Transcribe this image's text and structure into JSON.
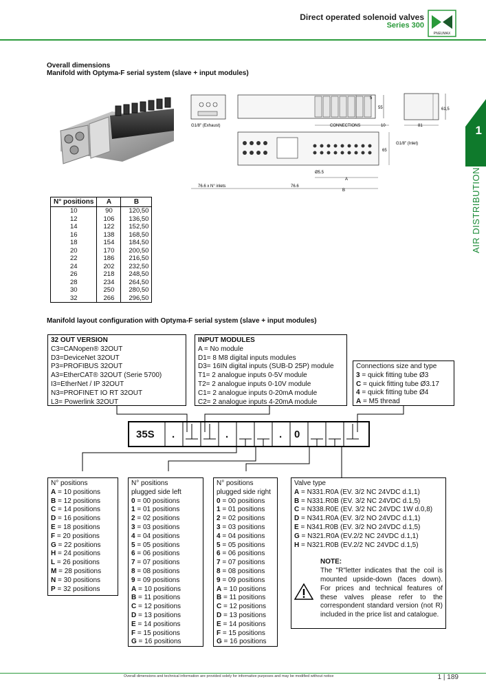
{
  "header": {
    "title": "Direct operated solenoid valves",
    "subtitle": "Series 300",
    "logo_text": "PNEUMAX"
  },
  "side_tab": {
    "number": "1",
    "label": "AIR DISTRIBUTION"
  },
  "section1": {
    "title": "Overall dimensions",
    "subtitle": "Manifold with Optyma-F serial system (slave + input modules)"
  },
  "drawing_labels": {
    "exhaust": "G1/8\" (Exhaust)",
    "inlet": "G1/8\" (Inlet)",
    "connections": "CONNECTIONS",
    "d10": "10",
    "d81": "81",
    "d55": "55",
    "d5": "5",
    "d615": "61,5",
    "d65": "65",
    "d55b": "Ø5.5",
    "dA": "A",
    "dB": "B",
    "pitch": "76.6 x N° inlets",
    "d766": "76.6"
  },
  "dim_table": {
    "headers": [
      "N° positions",
      "A",
      "B"
    ],
    "rows": [
      [
        "10",
        "90",
        "120,50"
      ],
      [
        "12",
        "106",
        "136,50"
      ],
      [
        "14",
        "122",
        "152,50"
      ],
      [
        "16",
        "138",
        "168,50"
      ],
      [
        "18",
        "154",
        "184,50"
      ],
      [
        "20",
        "170",
        "200,50"
      ],
      [
        "22",
        "186",
        "216,50"
      ],
      [
        "24",
        "202",
        "232,50"
      ],
      [
        "26",
        "218",
        "248,50"
      ],
      [
        "28",
        "234",
        "264,50"
      ],
      [
        "30",
        "250",
        "280,50"
      ],
      [
        "32",
        "266",
        "296,50"
      ]
    ]
  },
  "section2": {
    "title": "Manifold layout configuration with Optyma-F serial system (slave + input modules)"
  },
  "box_out": {
    "title": "32 OUT VERSION",
    "items": [
      "C3=CANopen® 32OUT",
      "D3=DeviceNet 32OUT",
      "P3=PROFIBUS 32OUT",
      "A3=EtherCAT® 32OUT (Serie 5700)",
      "I3=EtherNet / IP 32OUT",
      "N3=PROFINET IO RT 32OUT",
      "L3= Powerlink 32OUT"
    ]
  },
  "box_input": {
    "title": "INPUT MODULES",
    "items": [
      "A = No module",
      "D1= 8 M8 digital inputs modules",
      "D3= 16IN digital inputs (SUB-D 25P) module",
      "T1= 2 analogue inputs 0-5V module",
      "T2= 2 analogue inputs 0-10V module",
      "C1= 2 analogue inputs 0-20mA module",
      "C2= 2 analogue inputs 4-20mA module"
    ]
  },
  "box_conn": {
    "title": "Connections size and type",
    "items": [
      {
        "k": "3",
        "v": " = quick fitting tube Ø3"
      },
      {
        "k": "C",
        "v": " = quick fitting tube Ø3.17"
      },
      {
        "k": "4",
        "v": " = quick fitting tube Ø4"
      },
      {
        "k": "A",
        "v": " = M5 thread"
      }
    ]
  },
  "code": {
    "prefix": "35S",
    "dot": ".",
    "zero": "0"
  },
  "box_npos": {
    "title": "N° positions",
    "items": [
      {
        "k": "A",
        "v": " = 10 positions"
      },
      {
        "k": "B",
        "v": " = 12 positions"
      },
      {
        "k": "C",
        "v": " = 14 positions"
      },
      {
        "k": "D",
        "v": " = 16 positions"
      },
      {
        "k": "E",
        "v": " = 18 positions"
      },
      {
        "k": "F",
        "v": " = 20 positions"
      },
      {
        "k": "G",
        "v": " = 22 positions"
      },
      {
        "k": "H",
        "v": " = 24 positions"
      },
      {
        "k": "L",
        "v": " = 26 positions"
      },
      {
        "k": "M",
        "v": " = 28 positions"
      },
      {
        "k": "N",
        "v": " = 30 positions"
      },
      {
        "k": "P",
        "v": " = 32 positions"
      }
    ]
  },
  "box_left": {
    "title1": "N° positions",
    "title2": "plugged side left",
    "items": [
      {
        "k": "0",
        "v": " = 00 positions"
      },
      {
        "k": "1",
        "v": " = 01 positions"
      },
      {
        "k": "2",
        "v": " = 02 positions"
      },
      {
        "k": "3",
        "v": " = 03 positions"
      },
      {
        "k": "4",
        "v": " = 04 positions"
      },
      {
        "k": "5",
        "v": " = 05 positions"
      },
      {
        "k": "6",
        "v": " = 06 positions"
      },
      {
        "k": "7",
        "v": " = 07 positions"
      },
      {
        "k": "8",
        "v": " = 08 positions"
      },
      {
        "k": "9",
        "v": " = 09 positions"
      },
      {
        "k": "A",
        "v": " = 10 positions"
      },
      {
        "k": "B",
        "v": " = 11 positions"
      },
      {
        "k": "C",
        "v": " = 12 positions"
      },
      {
        "k": "D",
        "v": " = 13 positions"
      },
      {
        "k": "E",
        "v": " = 14 positions"
      },
      {
        "k": "F",
        "v": " = 15 positions"
      },
      {
        "k": "G",
        "v": " = 16 positions"
      }
    ]
  },
  "box_right": {
    "title1": "N° positions",
    "title2": "plugged side right",
    "items": [
      {
        "k": "0",
        "v": " = 00 positions"
      },
      {
        "k": "1",
        "v": " = 01 positions"
      },
      {
        "k": "2",
        "v": " = 02 positions"
      },
      {
        "k": "3",
        "v": " = 03 positions"
      },
      {
        "k": "4",
        "v": " = 04 positions"
      },
      {
        "k": "5",
        "v": " = 05 positions"
      },
      {
        "k": "6",
        "v": " = 06 positions"
      },
      {
        "k": "7",
        "v": " = 07 positions"
      },
      {
        "k": "8",
        "v": " = 08 positions"
      },
      {
        "k": "9",
        "v": " = 09 positions"
      },
      {
        "k": "A",
        "v": " = 10 positions"
      },
      {
        "k": "B",
        "v": " = 11 positions"
      },
      {
        "k": "C",
        "v": " = 12 positions"
      },
      {
        "k": "D",
        "v": " = 13 positions"
      },
      {
        "k": "E",
        "v": " = 14 positions"
      },
      {
        "k": "F",
        "v": " = 15 positions"
      },
      {
        "k": "G",
        "v": " = 16 positions"
      }
    ]
  },
  "box_valve": {
    "title": "Valve type",
    "items": [
      {
        "k": "A",
        "v": " = N331.R0A (EV. 3/2 NC 24VDC d.1,1)"
      },
      {
        "k": "B",
        "v": " = N331.R0B (EV. 3/2 NC 24VDC d.1,5)"
      },
      {
        "k": "C",
        "v": " = N338.R0E (EV. 3/2 NC 24VDC 1W d.0,8)"
      },
      {
        "k": "D",
        "v": " = N341.R0A (EV. 3/2 NO 24VDC d.1,1)"
      },
      {
        "k": "E",
        "v": " = N341.R0B (EV. 3/2 NO 24VDC d.1,5)"
      },
      {
        "k": "G",
        "v": " = N321.R0A (EV.2/2 NC 24VDC d.1,1)"
      },
      {
        "k": "H",
        "v": " = N321.R0B (EV.2/2 NC 24VDC d.1,5)"
      }
    ],
    "note_title": "NOTE:",
    "note_text": "The \"R\"letter indicates that the coil is mounted upside-down (faces down). For prices and technical features of these valves please refer to the correspondent standard version (not R) included in the price list and catalogue."
  },
  "footer": {
    "text": "Overall dimensions and technical information are provided solely for informative purposes and may be modified without notice",
    "page": "1 | 189"
  }
}
